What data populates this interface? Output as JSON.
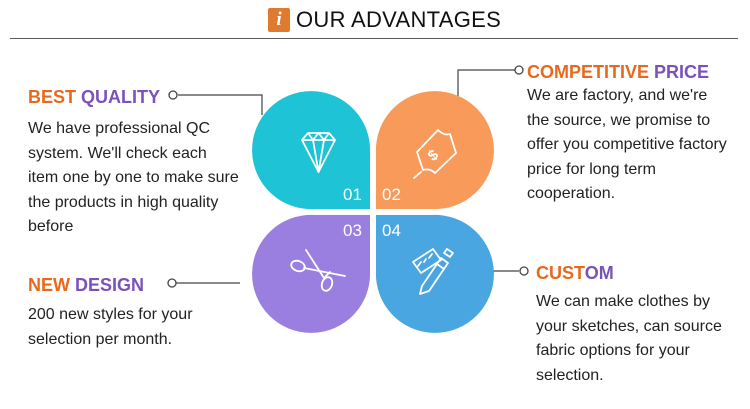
{
  "header": {
    "icon_letter": "i",
    "title": "OUR ADVANTAGES"
  },
  "colors": {
    "accent_orange": "#e8691e",
    "title_purple": "#7a52b8",
    "petal_cyan": "#1ec3d6",
    "petal_orange": "#f79a5a",
    "petal_purple": "#9a7ee0",
    "petal_blue": "#4aa6e0"
  },
  "quadrants": [
    {
      "number": "01",
      "icon": "diamond-icon",
      "title_part1": "BEST ",
      "title_part2": "QUALITY",
      "description": "We have professional QC system. We'll check each item one by one to make sure the products in high quality before"
    },
    {
      "number": "02",
      "icon": "money-bill-icon",
      "title_part1": "COMPETITIVE ",
      "title_part2": "PRICE",
      "description": "We are factory, and we're the source, we promise to offer you competitive factory price for long term cooperation."
    },
    {
      "number": "03",
      "icon": "scissors-icon",
      "title_part1": "NEW ",
      "title_part2": "DESIGN",
      "description": "200 new styles for your selection per month."
    },
    {
      "number": "04",
      "icon": "pencil-ruler-icon",
      "title_part1": "CUST",
      "title_part2": "OM",
      "description": "We can make clothes by your sketches, can source fabric options for your selection."
    }
  ]
}
